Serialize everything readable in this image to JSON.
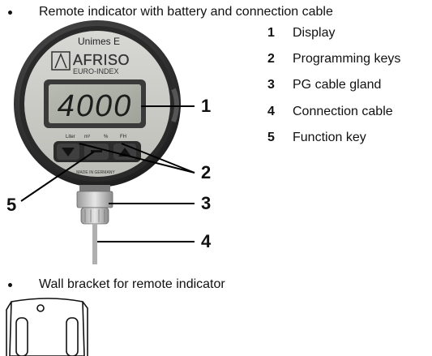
{
  "bullets": {
    "top": "Remote indicator with battery and connection cable",
    "bottom": "Wall bracket for remote indicator"
  },
  "device": {
    "model": "Unimes E",
    "brand_top": "AFRISO",
    "brand_bottom": "EURO-INDEX",
    "display_value": "4000",
    "unit_labels": [
      "Liter",
      "m³",
      "%",
      "FH"
    ],
    "made_in": "MADE IN GERMANY"
  },
  "callouts": [
    "1",
    "2",
    "3",
    "4",
    "5"
  ],
  "legend": [
    {
      "num": "1",
      "label": "Display"
    },
    {
      "num": "2",
      "label": "Programming keys"
    },
    {
      "num": "3",
      "label": "PG cable gland"
    },
    {
      "num": "4",
      "label": "Connection cable"
    },
    {
      "num": "5",
      "label": "Function key"
    }
  ]
}
